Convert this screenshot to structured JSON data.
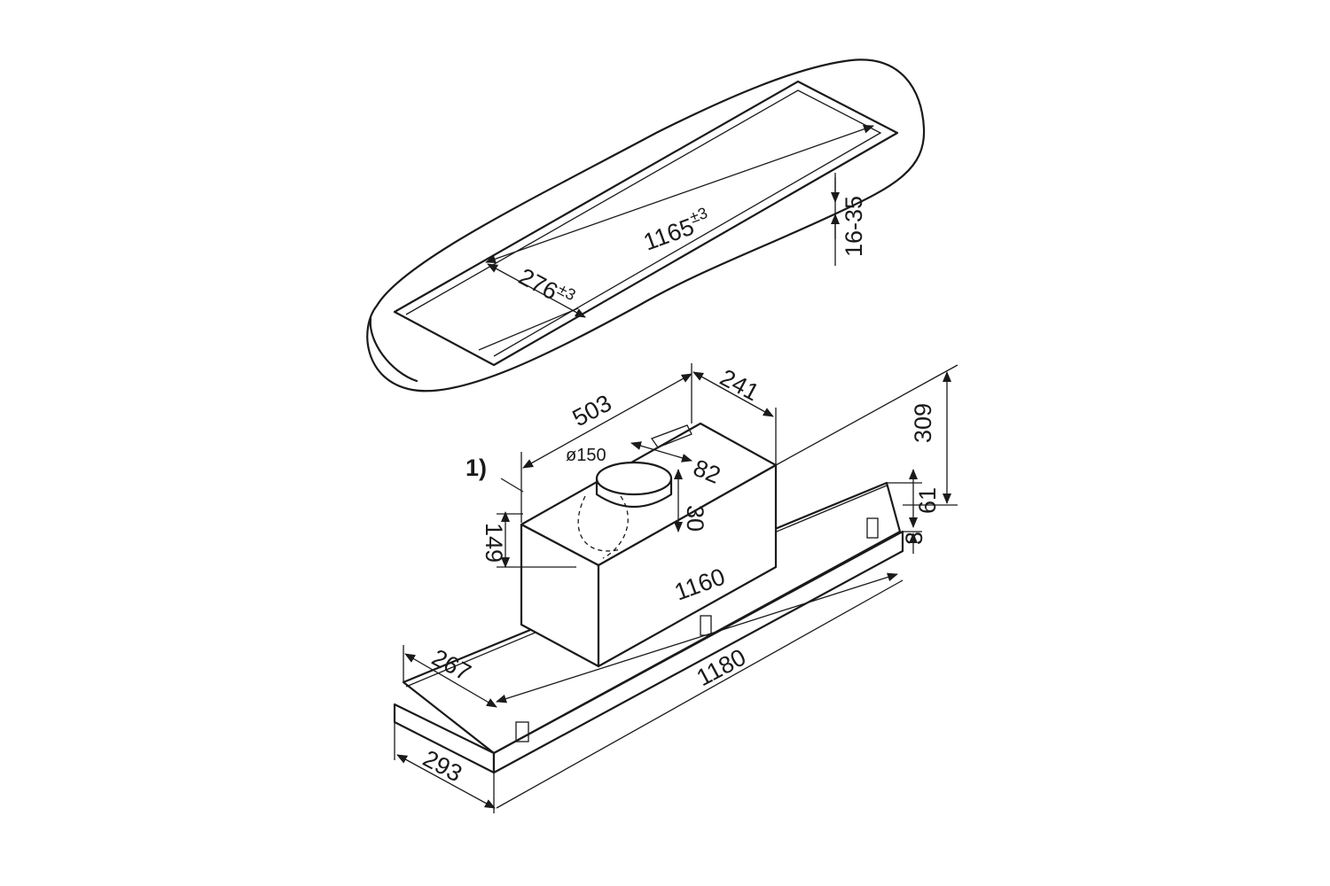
{
  "cutout": {
    "length": "1165",
    "length_tol": "±3",
    "width": "276",
    "width_tol": "±3",
    "thickness": "16-35"
  },
  "hood": {
    "note_marker": "1)",
    "duct_diameter": "ø150",
    "dim_503": "503",
    "dim_241": "241",
    "dim_309": "309",
    "dim_82": "82",
    "dim_30": "30",
    "dim_61": "61",
    "dim_3": "3",
    "dim_149": "149",
    "dim_1160": "1160",
    "dim_267": "267",
    "dim_1180": "1180",
    "dim_293": "293"
  }
}
